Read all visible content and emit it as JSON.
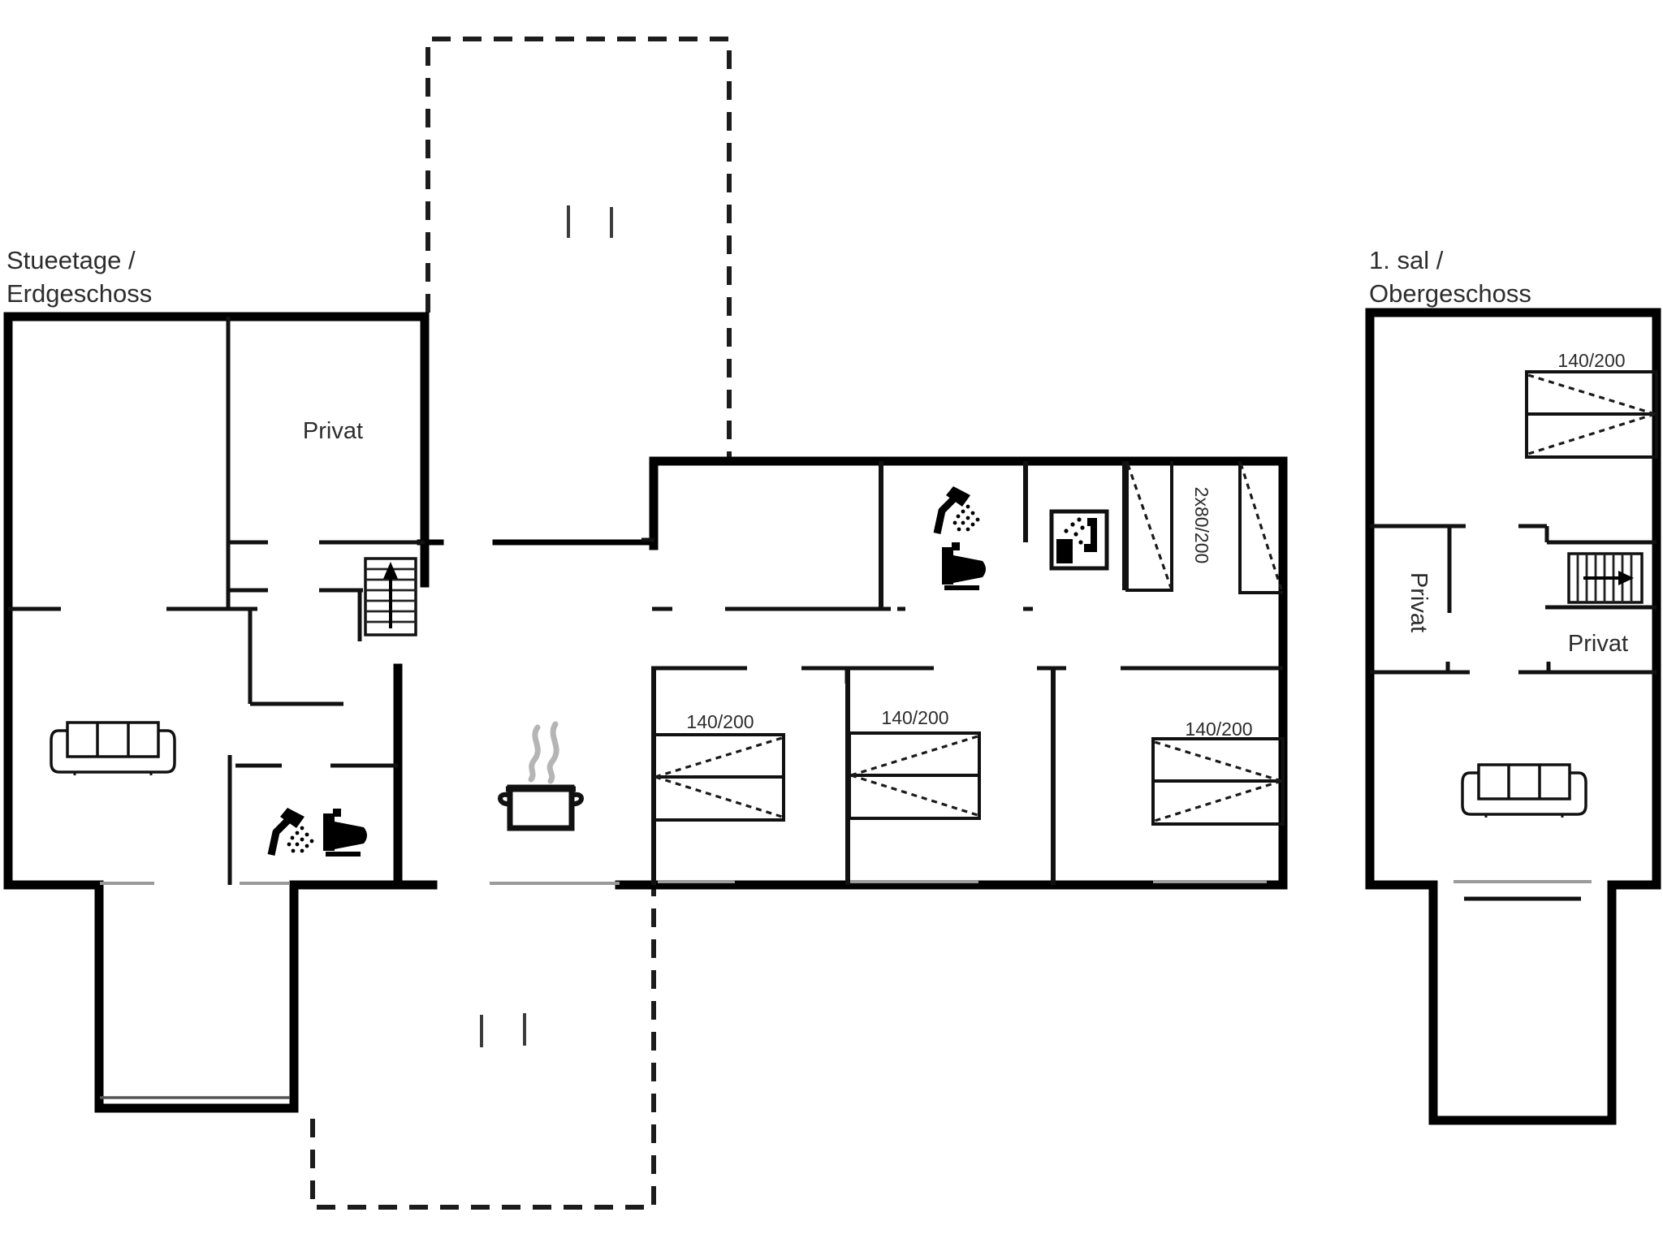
{
  "document": {
    "type": "holiday-home floor plan",
    "background": "#ffffff"
  },
  "colors": {
    "wall": "#000000",
    "interior_wall": "#111111",
    "opening": "#9a9a9a",
    "terrace_dash": "#1c1c1c",
    "text": "#2d2d2d",
    "steam": "#b5b5b5"
  },
  "floors": {
    "ground": {
      "title1": "Stueetage /",
      "title2": "Erdgeschoss",
      "privat_room_label": "Privat",
      "bedroom1_bed_label": "140/200",
      "bedroom2_bed_label": "140/200",
      "bedroom3_bed_label": "140/200",
      "bunk_bed_label": "2x80/200"
    },
    "upper": {
      "title1": "1. sal /",
      "title2": "Obergeschoss",
      "privat_hall_label": "Privat",
      "privat_room_label": "Privat",
      "bed_label": "140/200"
    }
  }
}
